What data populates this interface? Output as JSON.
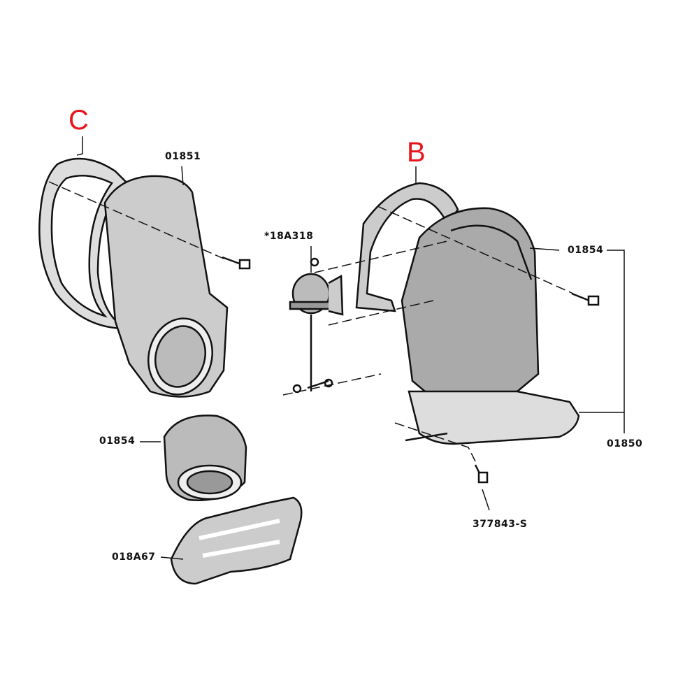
{
  "callouts": {
    "c": "C",
    "b": "B"
  },
  "part_numbers": {
    "housing_left": "01851",
    "vacuum_motor": "*18A318",
    "housing_right": "01854",
    "housing_small": "01854",
    "assembly": "01850",
    "screw": "377843-S",
    "bracket": "018A67"
  },
  "colors": {
    "callout": "#e8141c",
    "ink": "#111111"
  }
}
